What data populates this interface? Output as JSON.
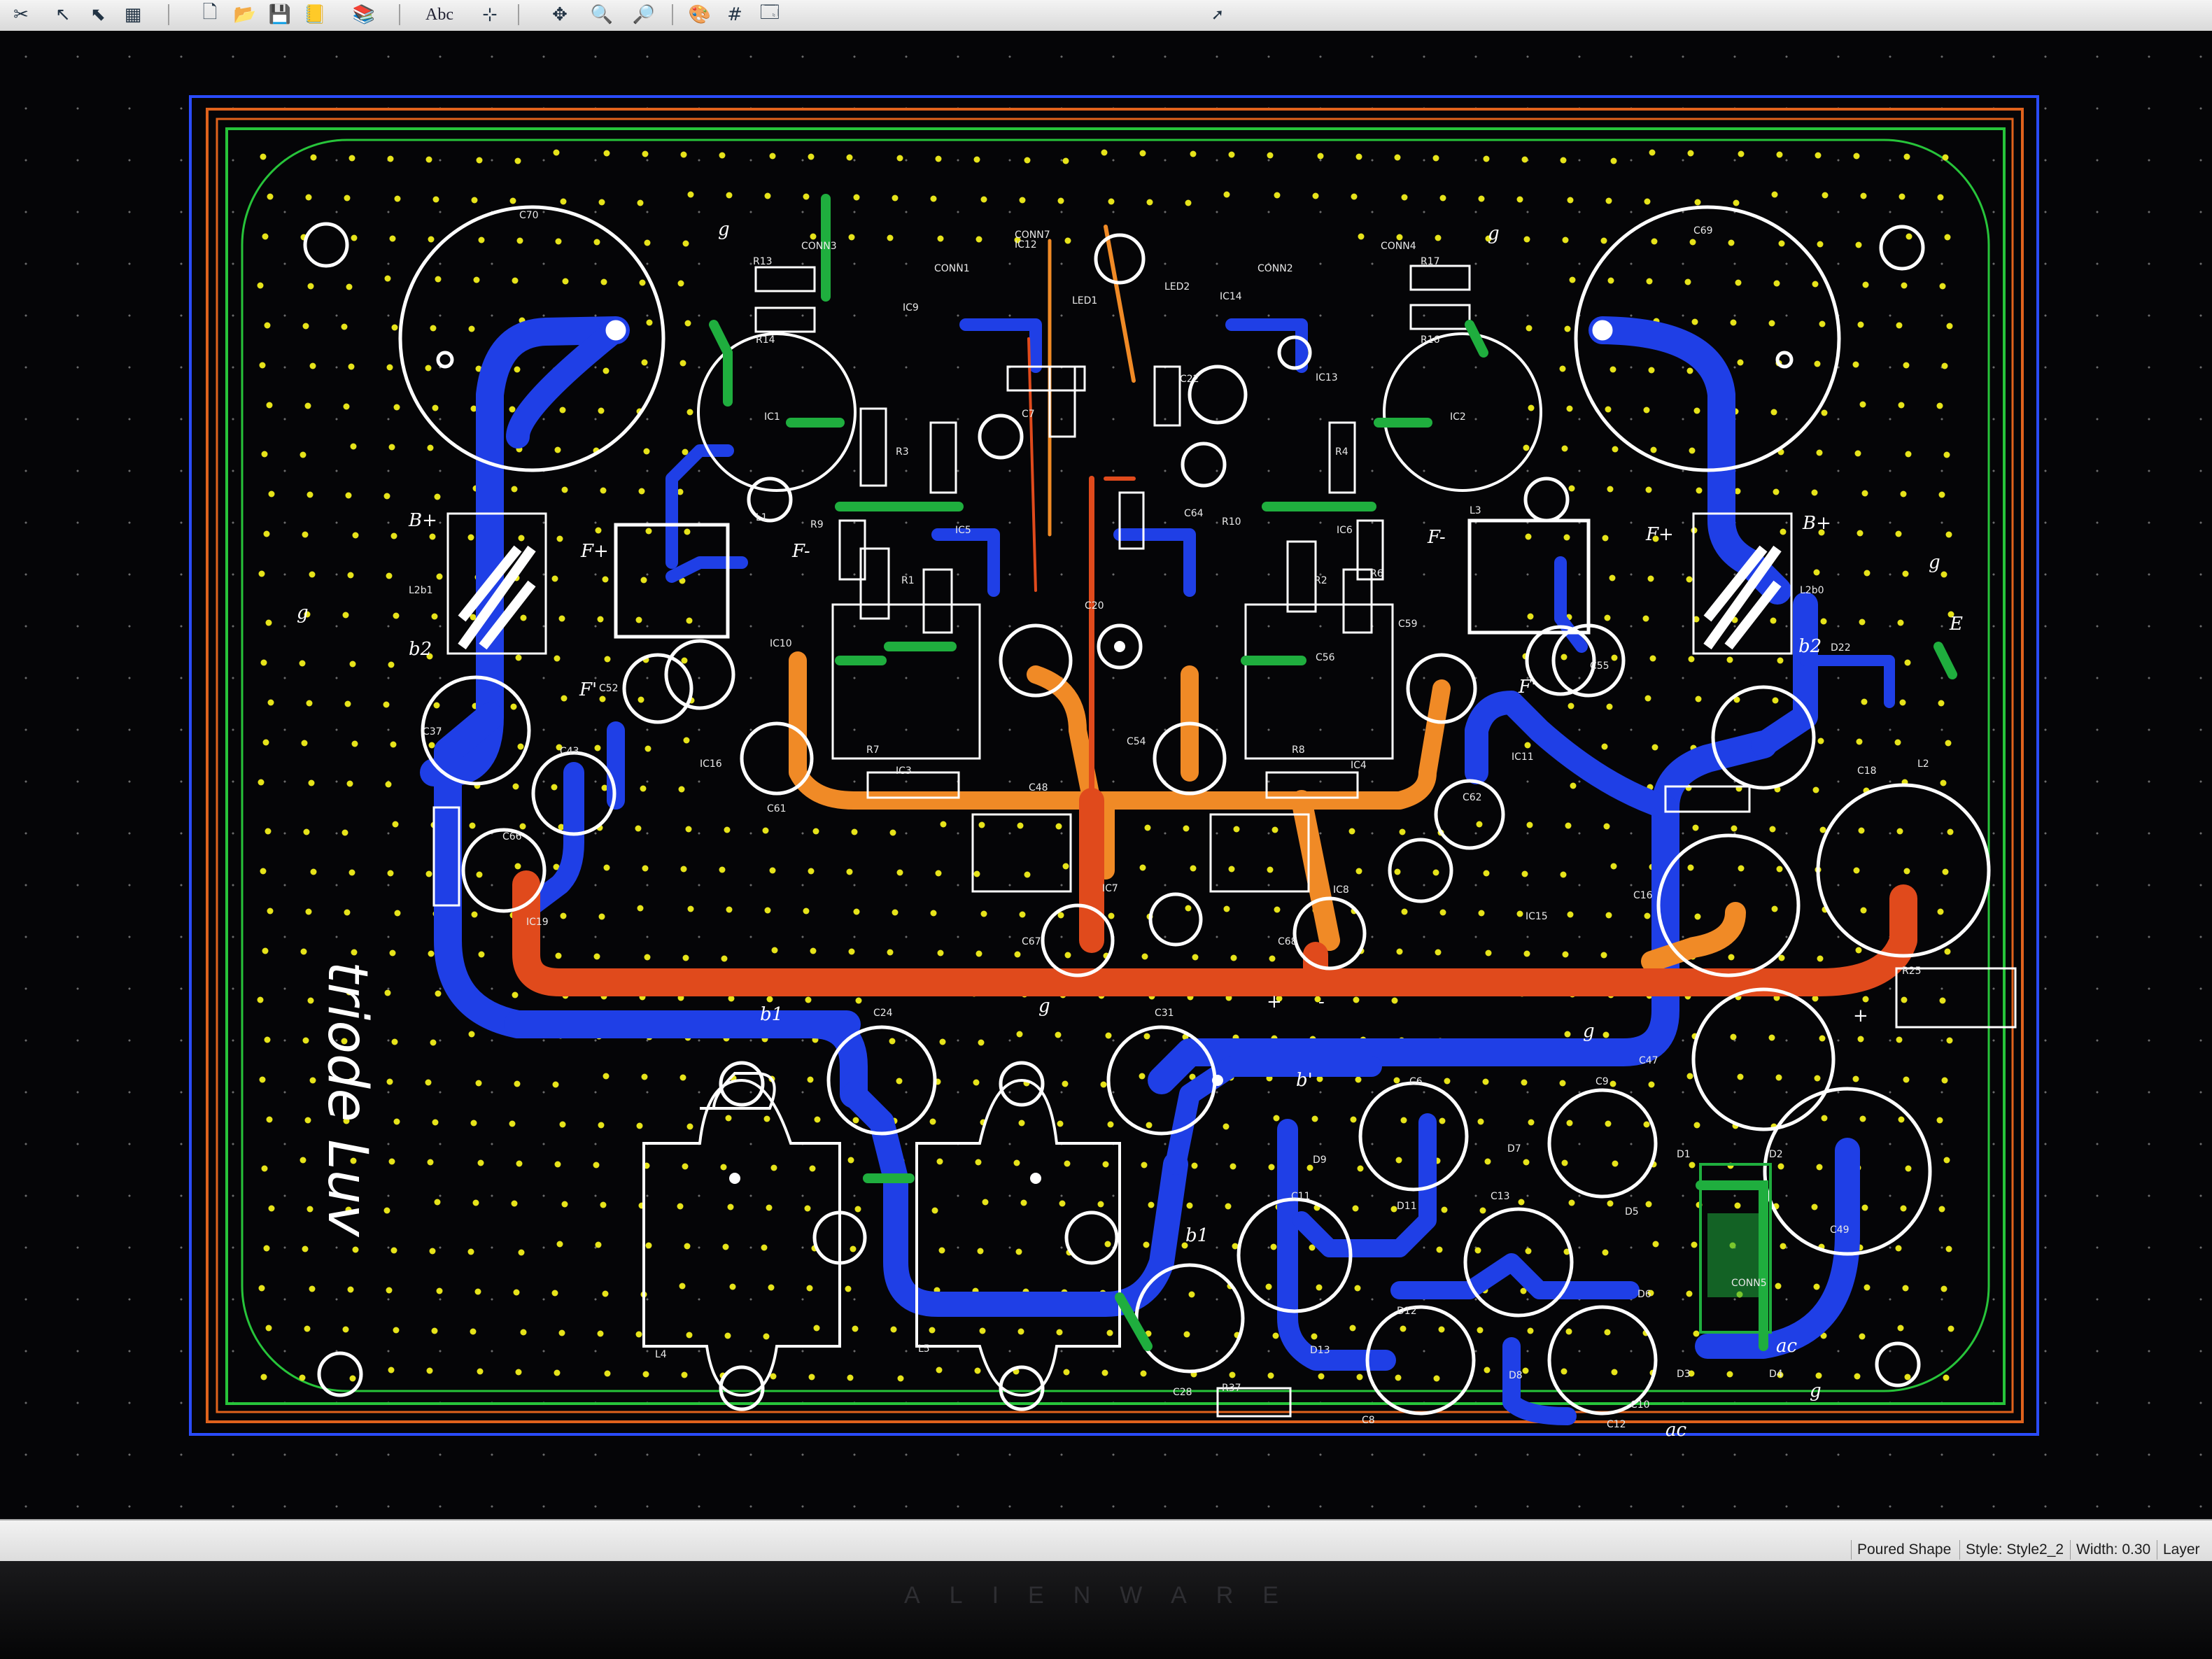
{
  "toolbar": {
    "text_tool_label": "Abc"
  },
  "board": {
    "silkscreen_title": "triode Luv",
    "colors": {
      "background": "#050507",
      "outline_green": "#27c43a",
      "keepout_orange": "#e0621c",
      "border_blue": "#2a4cff",
      "top_copper": "#e04a1c",
      "mid_copper": "#f08a26",
      "bottom_copper": "#1f3fe6",
      "silkscreen": "#ffffff",
      "via_yellow": "#e6e31a"
    },
    "refs": {
      "c70": "C70",
      "c69": "C69",
      "r13": "R13",
      "r14": "R14",
      "ic1": "IC1",
      "ic2": "IC2",
      "r17": "R17",
      "r16": "R16",
      "conn3": "CONN3",
      "conn1": "CONN1",
      "conn7": "CONN7",
      "conn2": "CONN2",
      "conn4": "CONN4",
      "led1": "LED1",
      "led2": "LED2",
      "ic14": "IC14",
      "ic13": "IC13",
      "ic12": "IC12",
      "ic5": "IC5",
      "ic6": "IC6",
      "ic9": "IC9",
      "ic10": "IC10",
      "ic3": "IC3",
      "ic4": "IC4",
      "ic7": "IC7",
      "ic8": "IC8",
      "ic11": "IC11",
      "ic16": "IC16",
      "ic15": "IC15",
      "ic19": "IC19",
      "l1": "L1",
      "l2": "L2",
      "l3": "L3",
      "l4": "L4",
      "l5": "L5",
      "c37": "C37",
      "c43": "C43",
      "c61": "C61",
      "c66": "C66",
      "c54": "C54",
      "c48": "C48",
      "c56": "C56",
      "c62": "C62",
      "c67": "C67",
      "c68": "C68",
      "c16": "C16",
      "c18": "C18",
      "c24": "C24",
      "c31": "C31",
      "c28": "C28",
      "c47": "C47",
      "c49": "C49",
      "c6": "C6",
      "c9": "C9",
      "c11": "C11",
      "c13": "C13",
      "c10": "C10",
      "c12": "C12",
      "c8": "C8",
      "d1": "D1",
      "d2": "D2",
      "d3": "D3",
      "d4": "D4",
      "d5": "D5",
      "d6": "D6",
      "d7": "D7",
      "d8": "D8",
      "d9": "D9",
      "d11": "D11",
      "d12": "D12",
      "d13": "D13",
      "d22": "D22",
      "conn5": "CONN5",
      "r25": "R25",
      "r37": "R37",
      "r6": "R6",
      "r7": "R7",
      "r8": "R8",
      "r1": "R1",
      "r2": "R2",
      "r3": "R3",
      "r4": "R4",
      "r9": "R9",
      "r10": "R10",
      "c59": "C59",
      "c55": "C55",
      "c22": "C22",
      "c64": "C64",
      "c7": "C7",
      "c20": "C20",
      "c52": "C52"
    },
    "net_labels": {
      "g_tl": "g",
      "g_tr": "g",
      "g_left": "g",
      "g_right": "g",
      "bplus_left": "B+",
      "bplus_right": "B+",
      "b2_left": "b2",
      "b2_right": "b2",
      "fplus_l": "F+",
      "fminus_l": "F-",
      "fplus_r": "F+",
      "fminus_r": "F-",
      "fprime_l": "F'",
      "fprime_r": "F'",
      "g_bot": "g",
      "g_mid": "g",
      "g_br": "g",
      "b1_l": "b1",
      "b1_m": "b1",
      "bprime": "b'",
      "ac_1": "ac",
      "ac_2": "ac",
      "plus_1": "+",
      "minus_1": "-",
      "plus_2": "+",
      "e": "E",
      "l2b1": "L2b1",
      "l2b0": "L2b0"
    }
  },
  "statusbar": {
    "object_type": "Poured Shape",
    "style": "Style: Style2_2",
    "width": "Width: 0.30",
    "layer": "Layer"
  },
  "bezel": {
    "brand": "ALIENWARE"
  }
}
